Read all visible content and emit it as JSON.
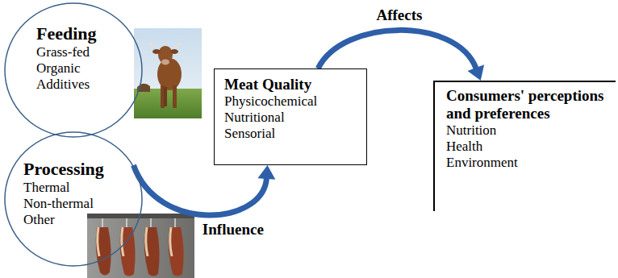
{
  "diagram": {
    "nodes": [
      {
        "text": [
          "Feeding",
          "Grass-fed",
          "Organic",
          "Additives"
        ]
      },
      {
        "text": [
          "Processing",
          "Thermal",
          "Non-thermal",
          "Other"
        ]
      },
      {
        "text": [
          "Meat Quality",
          "Physicochemical",
          "Nutritional",
          "Sensorial"
        ]
      },
      {
        "text": [
          "Consumers' perceptions and preferences",
          "Nutrition",
          "Health",
          "Environment"
        ]
      }
    ],
    "edges": [
      {
        "from": 1,
        "to": 2,
        "label": "Influence",
        "arrow": "to"
      },
      {
        "from": 2,
        "to": 3,
        "label": "Affects",
        "arrow": "to"
      }
    ]
  }
}
